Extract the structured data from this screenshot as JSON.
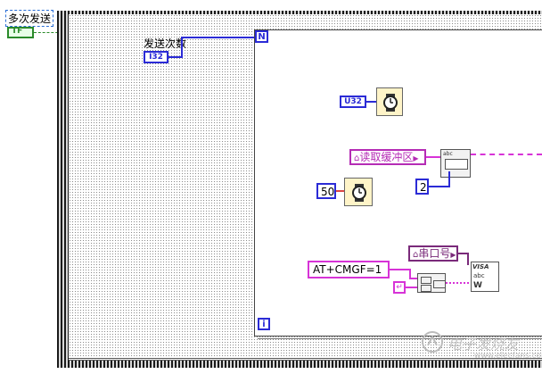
{
  "control_label": "多次发送",
  "bool_terminal": "TF",
  "count_label": "发送次数",
  "count_terminal": "I32",
  "loop_count_terminal": "N",
  "loop_iteration_terminal": "i",
  "wait_ms_terminal": "U32",
  "buffer_property": "读取缓冲区",
  "serial_property": "串口号",
  "const_2": "2",
  "const_50": "50",
  "at_command": "AT+CMGF=1",
  "string_subset_icon": "abc",
  "visa_write_icon": "VISA",
  "watermark": "电子发烧友",
  "watermark_url": "www.elecfans.com"
}
